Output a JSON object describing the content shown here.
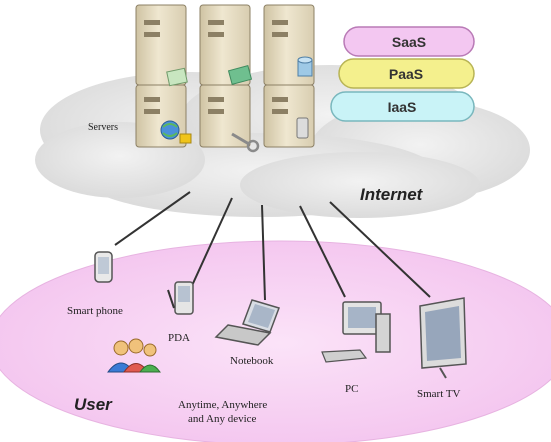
{
  "cloud": {
    "servers_label": "Servers",
    "internet_label": "Internet",
    "service_layers": [
      {
        "label": "SaaS",
        "fill": "#f3c7f1",
        "stroke": "#b97ab6"
      },
      {
        "label": "PaaS",
        "fill": "#f4f08d",
        "stroke": "#b8b455"
      },
      {
        "label": "IaaS",
        "fill": "#c9f3f7",
        "stroke": "#79b7bd"
      }
    ]
  },
  "user_area": {
    "user_label": "User",
    "tagline_line1": "Anytime, Anywhere",
    "tagline_line2": "and Any device",
    "devices": [
      {
        "label": "Smart phone",
        "icon": "smartphone-icon"
      },
      {
        "label": "PDA",
        "icon": "pda-icon"
      },
      {
        "label": "Notebook",
        "icon": "notebook-icon"
      },
      {
        "label": "PC",
        "icon": "pc-icon"
      },
      {
        "label": "Smart TV",
        "icon": "smart-tv-icon"
      }
    ]
  },
  "colors": {
    "cloud": "#e6e6e6",
    "user_ellipse": "#f6cdf1",
    "server_body": "#e6dcc0",
    "connector": "#333333"
  }
}
